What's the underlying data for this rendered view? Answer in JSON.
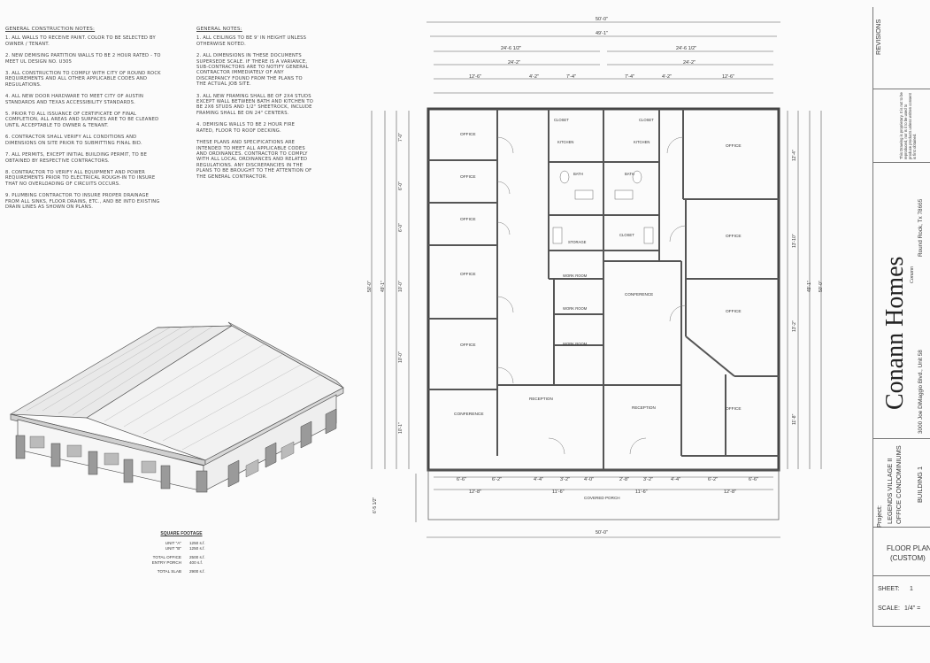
{
  "notes_left": {
    "title": "GENERAL CONSTRUCTION NOTES:",
    "items": [
      "1. ALL WALLS TO RECEIVE PAINT. COLOR TO BE SELECTED BY OWNER / TENANT.",
      "2. NEW DEMISING PARTITION WALLS TO BE 2 HOUR RATED - TO MEET UL DESIGN NO. U305",
      "3. ALL CONSTRUCTION TO COMPLY WITH CITY OF ROUND ROCK REQUIREMENTS AND ALL OTHER APPLICABLE CODES AND REGULATIONS.",
      "4. ALL NEW DOOR HARDWARE TO MEET CITY OF AUSTIN STANDARDS AND TEXAS ACCESSIBILITY STANDARDS.",
      "5. PRIOR TO ALL ISSUANCE OF CERTIFICATE OF FINAL COMPLETION, ALL AREAS AND SURFACES ARE TO BE CLEANED UNTIL ACCEPTABLE TO OWNER & TENANT.",
      "6. CONTRACTOR SHALL VERIFY ALL CONDITIONS AND DIMENSIONS ON SITE PRIOR TO SUBMITTING FINAL BID.",
      "7. ALL PERMITS, EXCEPT INITIAL BUILDING PERMIT, TO BE OBTAINED BY RESPECTIVE CONTRACTORS.",
      "8. CONTRACTOR TO VERIFY ALL EQUIPMENT AND POWER REQUIREMENTS PRIOR TO ELECTRICAL ROUGH-IN TO INSURE THAT NO OVERLOADING OF CIRCUITS OCCURS.",
      "9. PLUMBING CONTRACTOR TO INSURE PROPER DRAINAGE FROM ALL SINKS, FLOOR DRAINS, ETC., AND BE INTO EXISTING DRAIN LINES AS SHOWN ON PLANS."
    ]
  },
  "notes_right": {
    "title": "GENERAL NOTES:",
    "items": [
      "1. ALL CEILINGS TO BE 9' IN HEIGHT UNLESS OTHERWISE NOTED.",
      "2. ALL DIMENSIONS IN THESE DOCUMENTS SUPERSEDE SCALE. IF THERE IS A VARIANCE, SUB-CONTRACTORS ARE TO NOTIFY GENERAL CONTRACTOR IMMEDIATELY OF ANY DISCREPANCY FOUND FROM THE PLANS TO THE ACTUAL JOB SITE.",
      "3. ALL NEW FRAMING SHALL BE OF 2x4 STUDS EXCEPT WALL BETWEEN BATH AND KITCHEN TO BE 2x6 STUDS AND 1/2\" SHEETROCK, INCLUDE FRAMING SHALL BE ON 24\" CENTERS.",
      "4. DEMISING WALLS TO BE 2 HOUR FIRE RATED, FLOOR TO ROOF DECKING.",
      "THESE PLANS AND SPECIFICATIONS ARE INTENDED TO MEET ALL APPLICABLE CODES AND ORDINANCES. CONTRACTOR TO COMPLY WITH ALL LOCAL ORDINANCES AND RELATED REGULATIONS. ANY DISCREPANCIES IN THE PLANS TO BE BROUGHT TO THE ATTENTION OF THE GENERAL CONTRACTOR."
    ]
  },
  "square_footage": {
    "title": "SQUARE FOOTAGE",
    "rows": [
      {
        "label": "UNIT \"A\"",
        "value": "1250 s.f."
      },
      {
        "label": "UNIT \"B\"",
        "value": "1250 s.f."
      },
      {
        "label": "TOTAL OFFICE",
        "value": "2500 s.f."
      },
      {
        "label": "ENTRY PORCH",
        "value": "400 s.f."
      },
      {
        "label": "TOTAL SLAB",
        "value": "2900 s.f."
      }
    ]
  },
  "plan": {
    "overall_width": "50'-0\"",
    "overall_width_inner": "49'-1\"",
    "half_width_left": "24'-6 1/2\"",
    "half_width_right": "24'-6 1/2\"",
    "inner_left": "24'-2\"",
    "inner_right": "24'-2\"",
    "seg_top_left": [
      "12'-6\"",
      "4'-2\"",
      "7'-4\""
    ],
    "seg_top_right": [
      "7'-4\"",
      "4'-2\"",
      "12'-6\""
    ],
    "seg_bot": [
      "6'-6\"",
      "6'-2\"",
      "4'-4\"",
      "3'-2\"",
      "4'-0\"",
      "2'-8\"",
      "3'-2\"",
      "4'-4\"",
      "6'-2\"",
      "6'-6\""
    ],
    "seg_bot2": [
      "12'-8\"",
      "11'-6\"",
      "11'-6\"",
      "12'-8\""
    ],
    "left_height": "50'-0\"",
    "left_height_inner": "49'-1\"",
    "right_height": "50'-0\"",
    "right_height_inner": "49'-1\"",
    "left_dims": [
      "7'-0\"",
      "6'-0\"",
      "6'-0\"",
      "10'-0\"",
      "10'-0\"",
      "10'-1\""
    ],
    "right_dims": [
      "12'-4\"",
      "13'-10\"",
      "13'-2\"",
      "11'-8\""
    ],
    "bottom_overall": "50'-0\"",
    "porch_depth": "6'-5 1/2\"",
    "rooms_left": [
      "OFFICE",
      "OFFICE",
      "OFFICE",
      "OFFICE",
      "OFFICE",
      "CONFERENCE"
    ],
    "rooms_right": [
      "OFFICE",
      "OFFICE",
      "OFFICE",
      "OFFICE"
    ],
    "rooms_mid": [
      "CLOSET",
      "KITCHEN",
      "BATH",
      "BATH",
      "CLOSET",
      "STORAGE",
      "WORK ROOM",
      "WORK ROOM",
      "WORK ROOM",
      "RECEPTION",
      "RECEPTION",
      "CONFERENCE",
      "CLOSET",
      "KITCHEN"
    ],
    "porch_label": "COVERED PORCH"
  },
  "title_block": {
    "revisions": "REVISIONS",
    "copyright": "This Drawing is proprietary. It is not to be reproduced, nor is it to be used to produce products unless written consent is first obtained.",
    "company": "Conann Homes",
    "company_sub": "Conann",
    "address_line1": "Round Rock, Tx 78665",
    "address_line2": "3000 Joe DiMaggio Blvd., Unit 58",
    "project_label": "Project:",
    "project_line1": "LEGENDS VILLAGE II",
    "project_line2": "OFFICE CONDOMINIUMS",
    "building": "BUILDING 1",
    "sheet_title1": "FLOOR PLAN",
    "sheet_title2": "(CUSTOM)",
    "sheet_label": "SHEET:",
    "sheet_value": "1",
    "scale_label": "SCALE:",
    "scale_value": "1/4\" ="
  }
}
